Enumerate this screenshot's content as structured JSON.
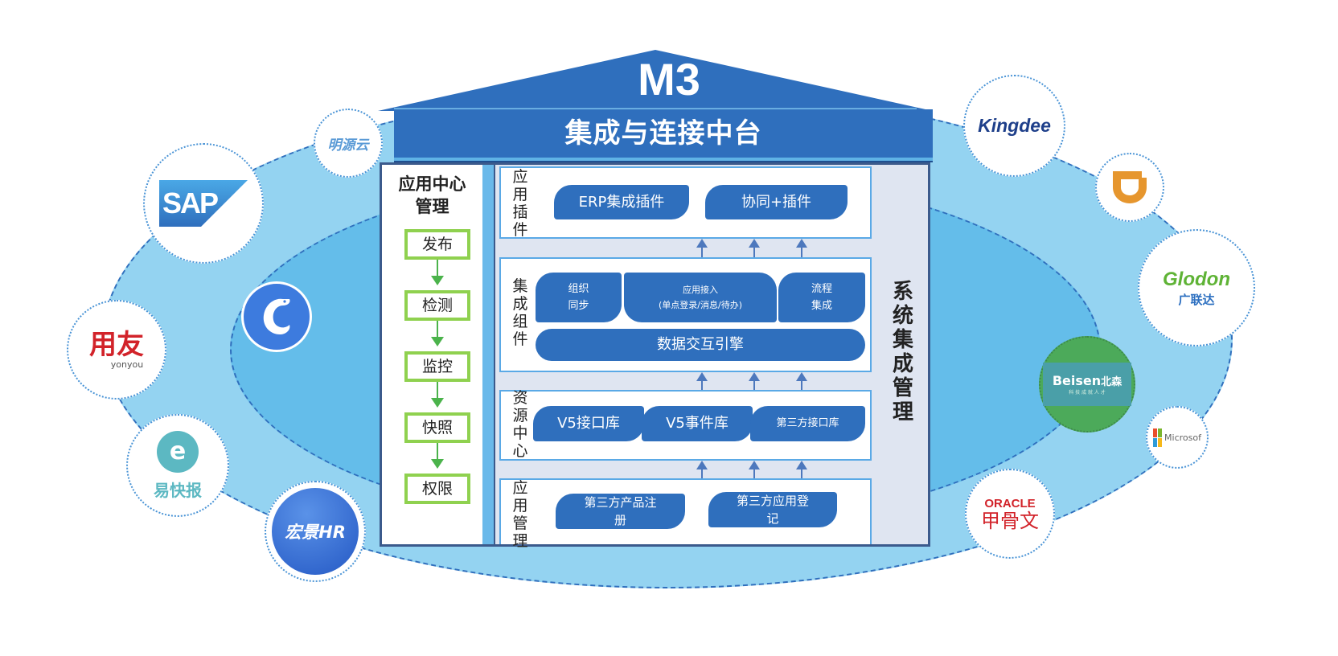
{
  "header": {
    "product": "M3",
    "banner_title": "集成与连接中台"
  },
  "left_panel": {
    "title_line1": "应用中心",
    "title_line2": "管理",
    "steps": [
      "发布",
      "检测",
      "监控",
      "快照",
      "权限"
    ]
  },
  "layers": {
    "plugins": {
      "label": [
        "应",
        "用",
        "插",
        "件"
      ],
      "items": [
        "ERP集成插件",
        "协同+插件"
      ]
    },
    "components": {
      "label": [
        "集",
        "成",
        "组",
        "件"
      ],
      "items": [
        {
          "line1": "组织",
          "line2": "同步"
        },
        {
          "line1": "应用接入",
          "line2": "(单点登录/消息/待办)"
        },
        {
          "line1": "流程",
          "line2": "集成"
        }
      ],
      "engine": "数据交互引擎"
    },
    "resources": {
      "label": [
        "资",
        "源",
        "中",
        "心"
      ],
      "items": [
        "V5接口库",
        "V5事件库",
        "第三方接口库"
      ]
    },
    "app_management": {
      "label": [
        "应",
        "用",
        "管",
        "理"
      ],
      "items": [
        {
          "line1": "第三方产品注",
          "line2": "册"
        },
        {
          "line1": "第三方应用登",
          "line2": "记"
        }
      ]
    }
  },
  "right_panel": {
    "title": [
      "系",
      "统",
      "集",
      "成",
      "管",
      "理"
    ]
  },
  "partners": {
    "mingyuanyun": "明源云",
    "sap": "SAP",
    "yonyou_cn": "用友",
    "yonyou_en": "yonyou",
    "yikuaibao": "易快报",
    "hongjinghr": "宏景HR",
    "ctrip": "dolphin-logo",
    "kingdee": "Kingdee",
    "didi": "didi-logo",
    "glodon_en": "Glodon",
    "glodon_cn": "广联达",
    "beisen_en": "Beisen",
    "beisen_cn": "北森",
    "beisen_slogan": "科 技 成 就 人 才",
    "microsoft": "Microsof",
    "oracle_en": "ORACLE",
    "oracle_cn": "甲骨文"
  },
  "colors": {
    "primary_blue": "#2f6fbd",
    "outer_ring": "#94d3f1",
    "inner_ring": "#64bdea",
    "step_border": "#8fd14f",
    "step_arrow": "#4bb34b",
    "panel_bg": "#dfe5f1"
  }
}
